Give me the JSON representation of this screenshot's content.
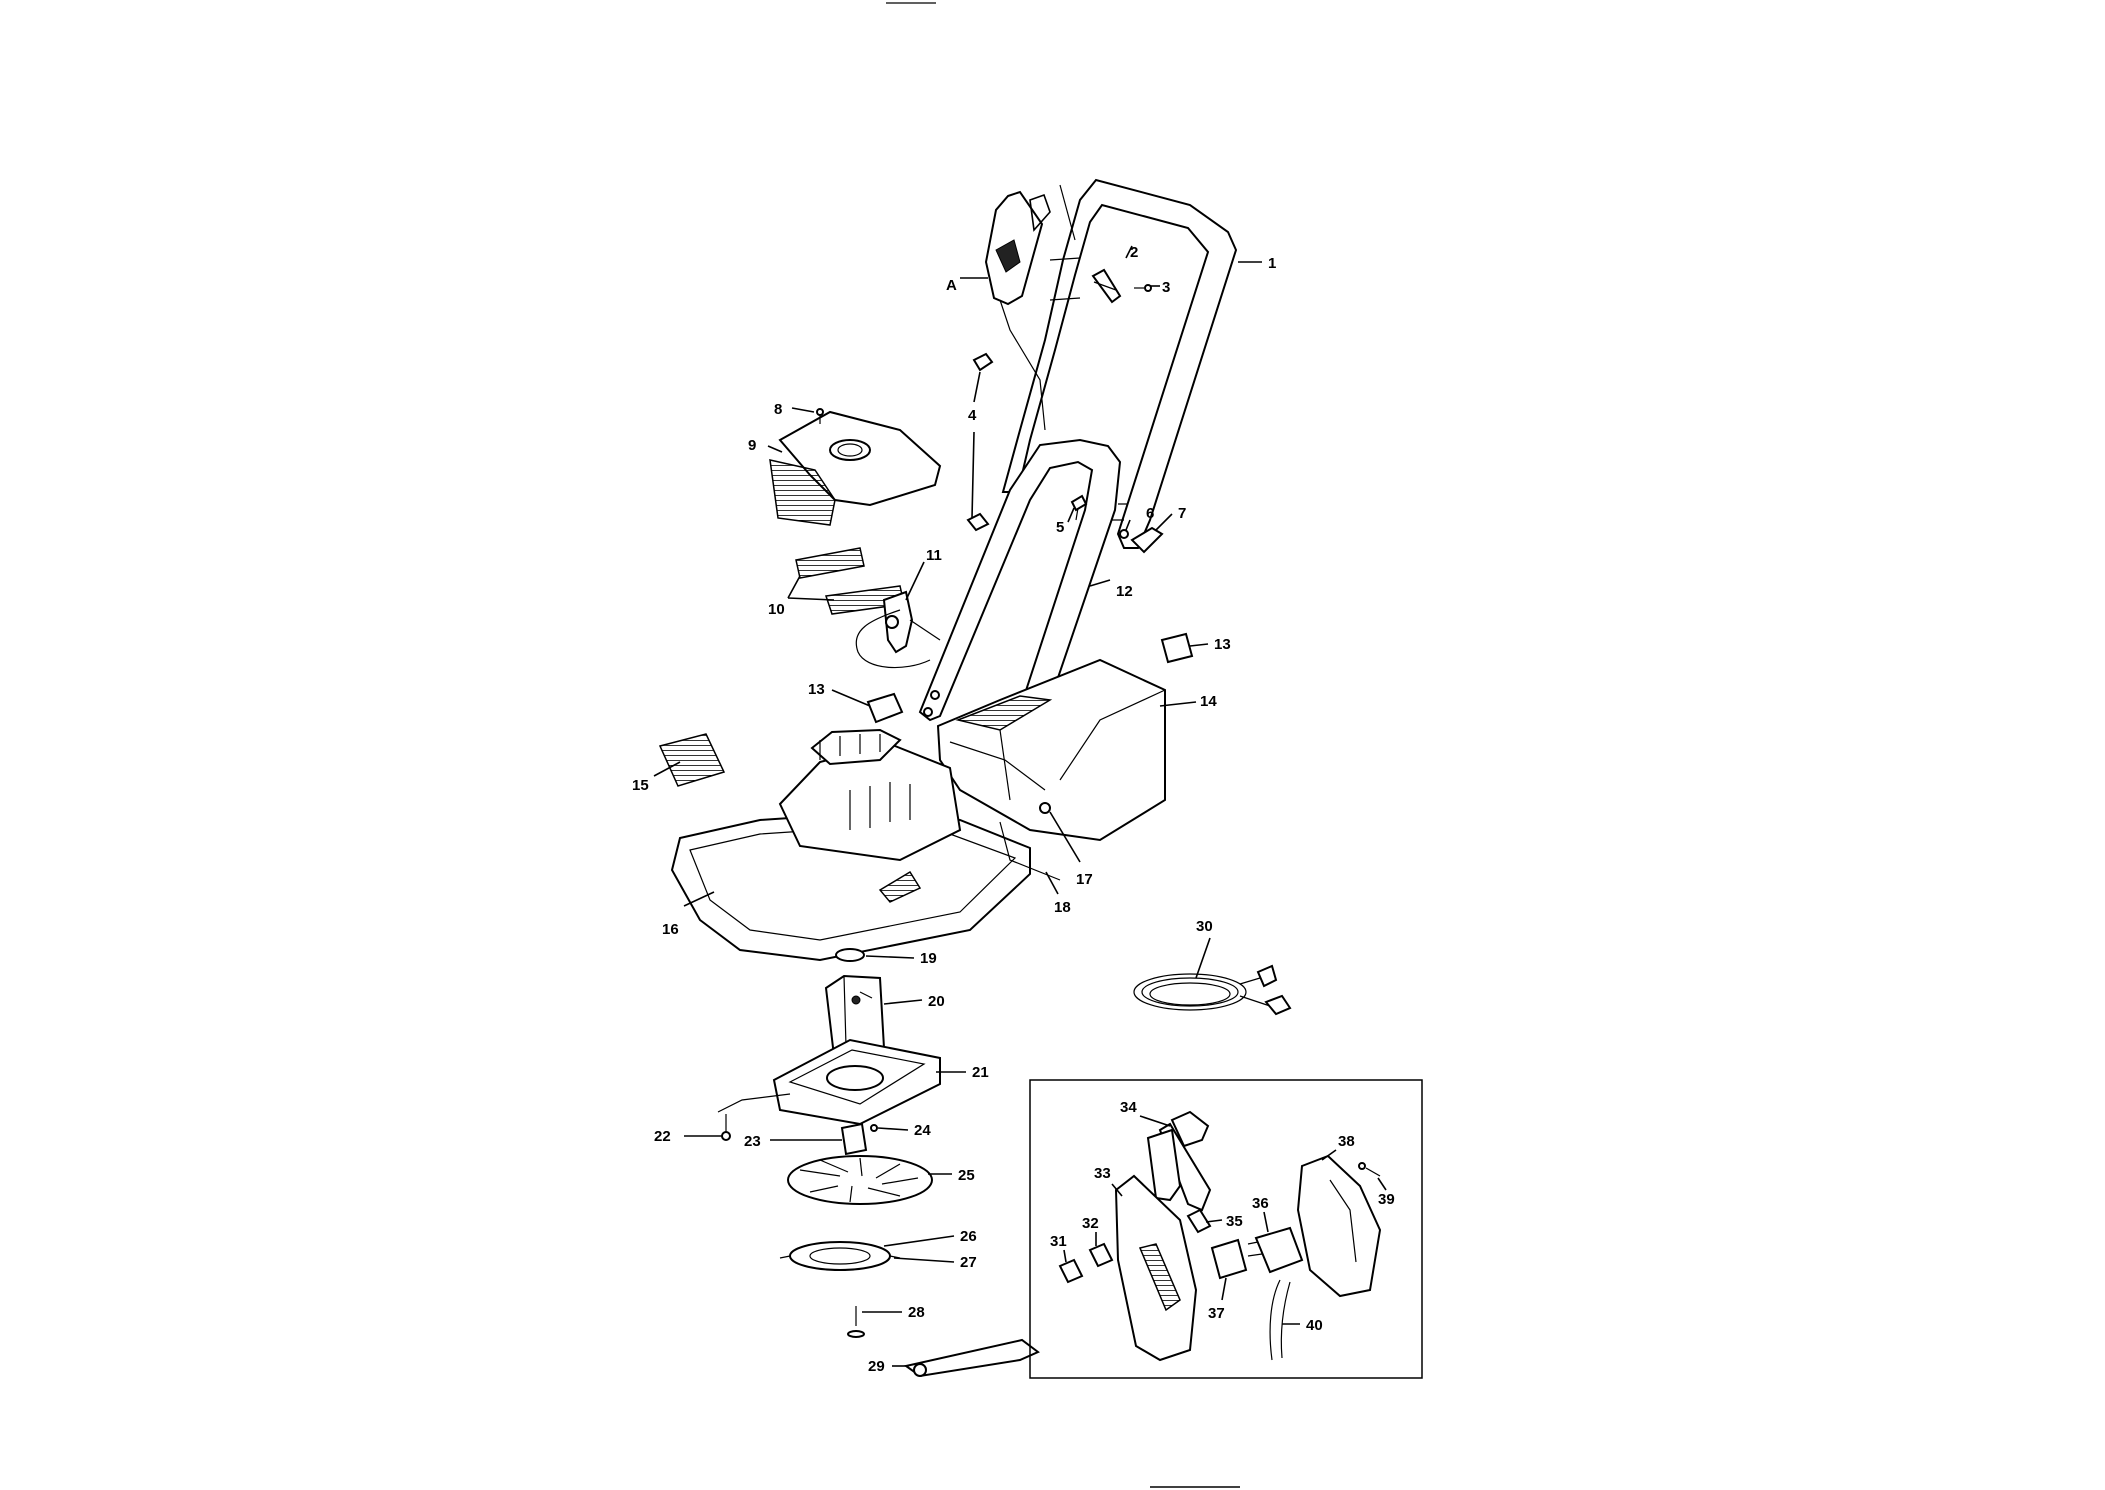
{
  "diagram": {
    "callouts": [
      {
        "id": "A",
        "text": "A"
      },
      {
        "id": "1",
        "text": "1"
      },
      {
        "id": "2",
        "text": "2"
      },
      {
        "id": "3",
        "text": "3"
      },
      {
        "id": "4",
        "text": "4"
      },
      {
        "id": "5",
        "text": "5"
      },
      {
        "id": "6",
        "text": "6"
      },
      {
        "id": "7",
        "text": "7"
      },
      {
        "id": "8",
        "text": "8"
      },
      {
        "id": "9",
        "text": "9"
      },
      {
        "id": "10",
        "text": "10"
      },
      {
        "id": "11",
        "text": "11"
      },
      {
        "id": "12",
        "text": "12"
      },
      {
        "id": "13a",
        "text": "13"
      },
      {
        "id": "13b",
        "text": "13"
      },
      {
        "id": "14",
        "text": "14"
      },
      {
        "id": "15",
        "text": "15"
      },
      {
        "id": "16",
        "text": "16"
      },
      {
        "id": "17",
        "text": "17"
      },
      {
        "id": "18",
        "text": "18"
      },
      {
        "id": "19",
        "text": "19"
      },
      {
        "id": "20",
        "text": "20"
      },
      {
        "id": "21",
        "text": "21"
      },
      {
        "id": "22",
        "text": "22"
      },
      {
        "id": "23",
        "text": "23"
      },
      {
        "id": "24",
        "text": "24"
      },
      {
        "id": "25",
        "text": "25"
      },
      {
        "id": "26",
        "text": "26"
      },
      {
        "id": "27",
        "text": "27"
      },
      {
        "id": "28",
        "text": "28"
      },
      {
        "id": "29",
        "text": "29"
      },
      {
        "id": "30",
        "text": "30"
      },
      {
        "id": "31",
        "text": "31"
      },
      {
        "id": "32",
        "text": "32"
      },
      {
        "id": "33",
        "text": "33"
      },
      {
        "id": "34",
        "text": "34"
      },
      {
        "id": "35",
        "text": "35"
      },
      {
        "id": "36",
        "text": "36"
      },
      {
        "id": "37",
        "text": "37"
      },
      {
        "id": "38",
        "text": "38"
      },
      {
        "id": "39",
        "text": "39"
      },
      {
        "id": "40",
        "text": "40"
      }
    ]
  }
}
